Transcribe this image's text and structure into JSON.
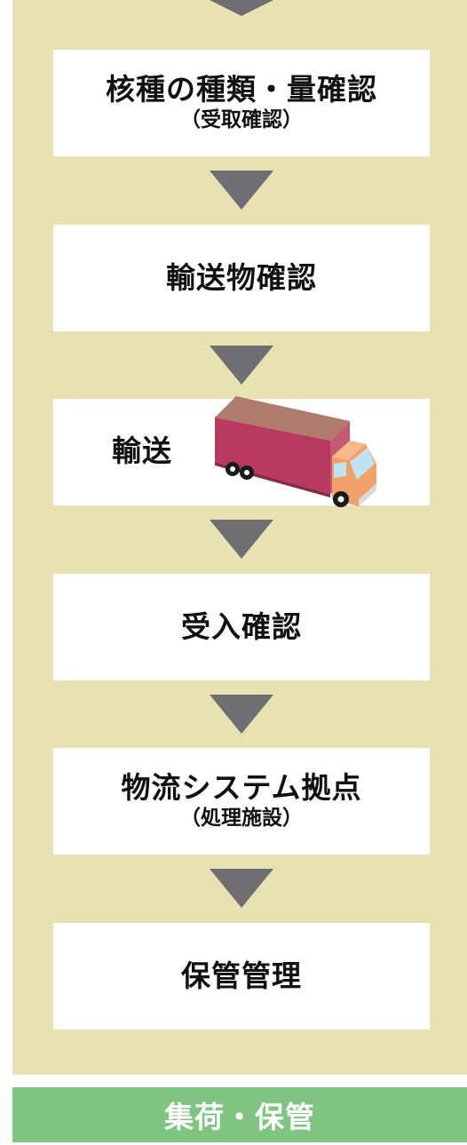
{
  "steps": [
    {
      "title": "核種の種類・量確認",
      "subtitle": "（受取確認）"
    },
    {
      "title": "輸送物確認",
      "subtitle": ""
    },
    {
      "title": "輸送",
      "subtitle": ""
    },
    {
      "title": "受入確認",
      "subtitle": ""
    },
    {
      "title": "物流システム拠点",
      "subtitle": "（処理施設）"
    },
    {
      "title": "保管管理",
      "subtitle": ""
    }
  ],
  "footer": {
    "label": "集荷・保管"
  },
  "colors": {
    "panel": "#e8e2b3",
    "arrow": "#6e6e73",
    "footer": "#7fc480",
    "truck_cargo": "#b83a5e",
    "truck_cab": "#f2a06a"
  },
  "icons": {
    "transport": "truck-icon"
  }
}
